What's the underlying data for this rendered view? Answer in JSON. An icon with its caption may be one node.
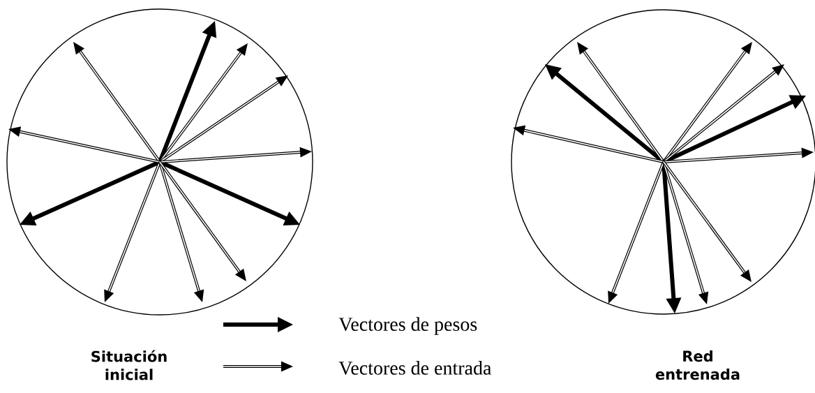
{
  "diagram": {
    "labels": [
      "Situación inicial",
      "Red entrenada"
    ],
    "legend": [
      {
        "text": "Vectores de pesos"
      },
      {
        "text": "Vectores de entrada"
      }
    ]
  }
}
